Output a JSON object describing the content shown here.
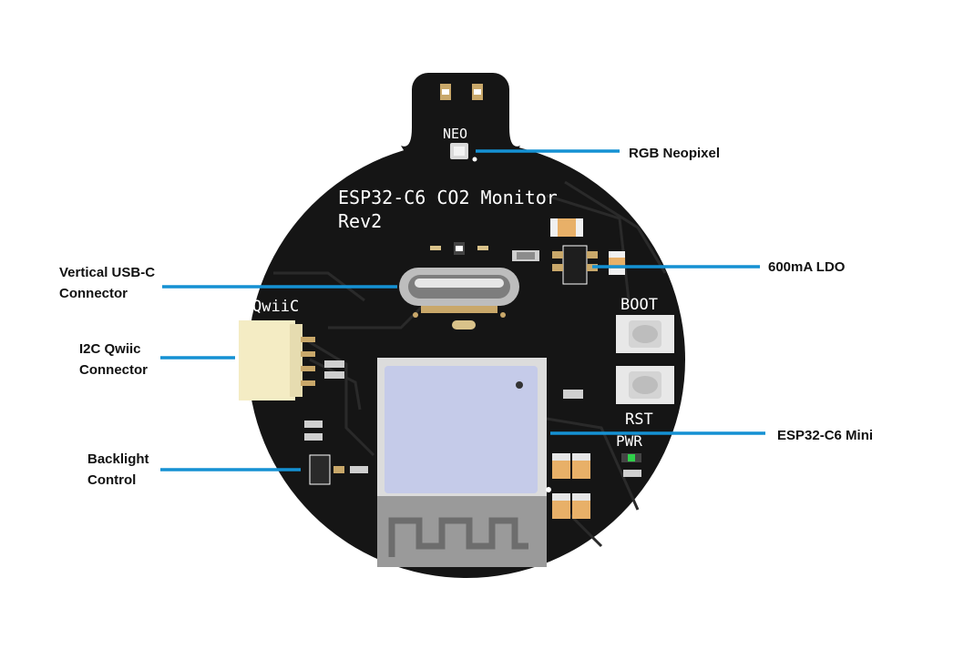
{
  "board": {
    "title_line1": "ESP32-C6 CO2 Monitor",
    "title_line2": "Rev2",
    "silkscreen": {
      "neo": "NEO",
      "qwiic": "QwiiC",
      "boot": "BOOT",
      "rst": "RST",
      "pwr": "PWR"
    }
  },
  "callouts": [
    {
      "id": "rgb-neopixel",
      "lines": [
        "RGB Neopixel"
      ]
    },
    {
      "id": "ldo",
      "lines": [
        "600mA LDO"
      ]
    },
    {
      "id": "usb-c",
      "lines": [
        "Vertical USB-C",
        "Connector"
      ]
    },
    {
      "id": "qwiic",
      "lines": [
        "I2C Qwiic",
        "Connector"
      ]
    },
    {
      "id": "esp32-module",
      "lines": [
        "ESP32-C6 Mini"
      ]
    },
    {
      "id": "backlight",
      "lines": [
        "Backlight",
        "Control"
      ]
    }
  ],
  "colors": {
    "pcb": "#151515",
    "trace": "#2a2a2a",
    "leader": "#1591d3",
    "module_can": "#c5cbe9",
    "module_frame": "#dcdcdc",
    "antenna": "#8a8a8a",
    "connector": "#f4ecc4",
    "cap_tan": "#e8b068",
    "pwr_led": "#2fd14a"
  }
}
